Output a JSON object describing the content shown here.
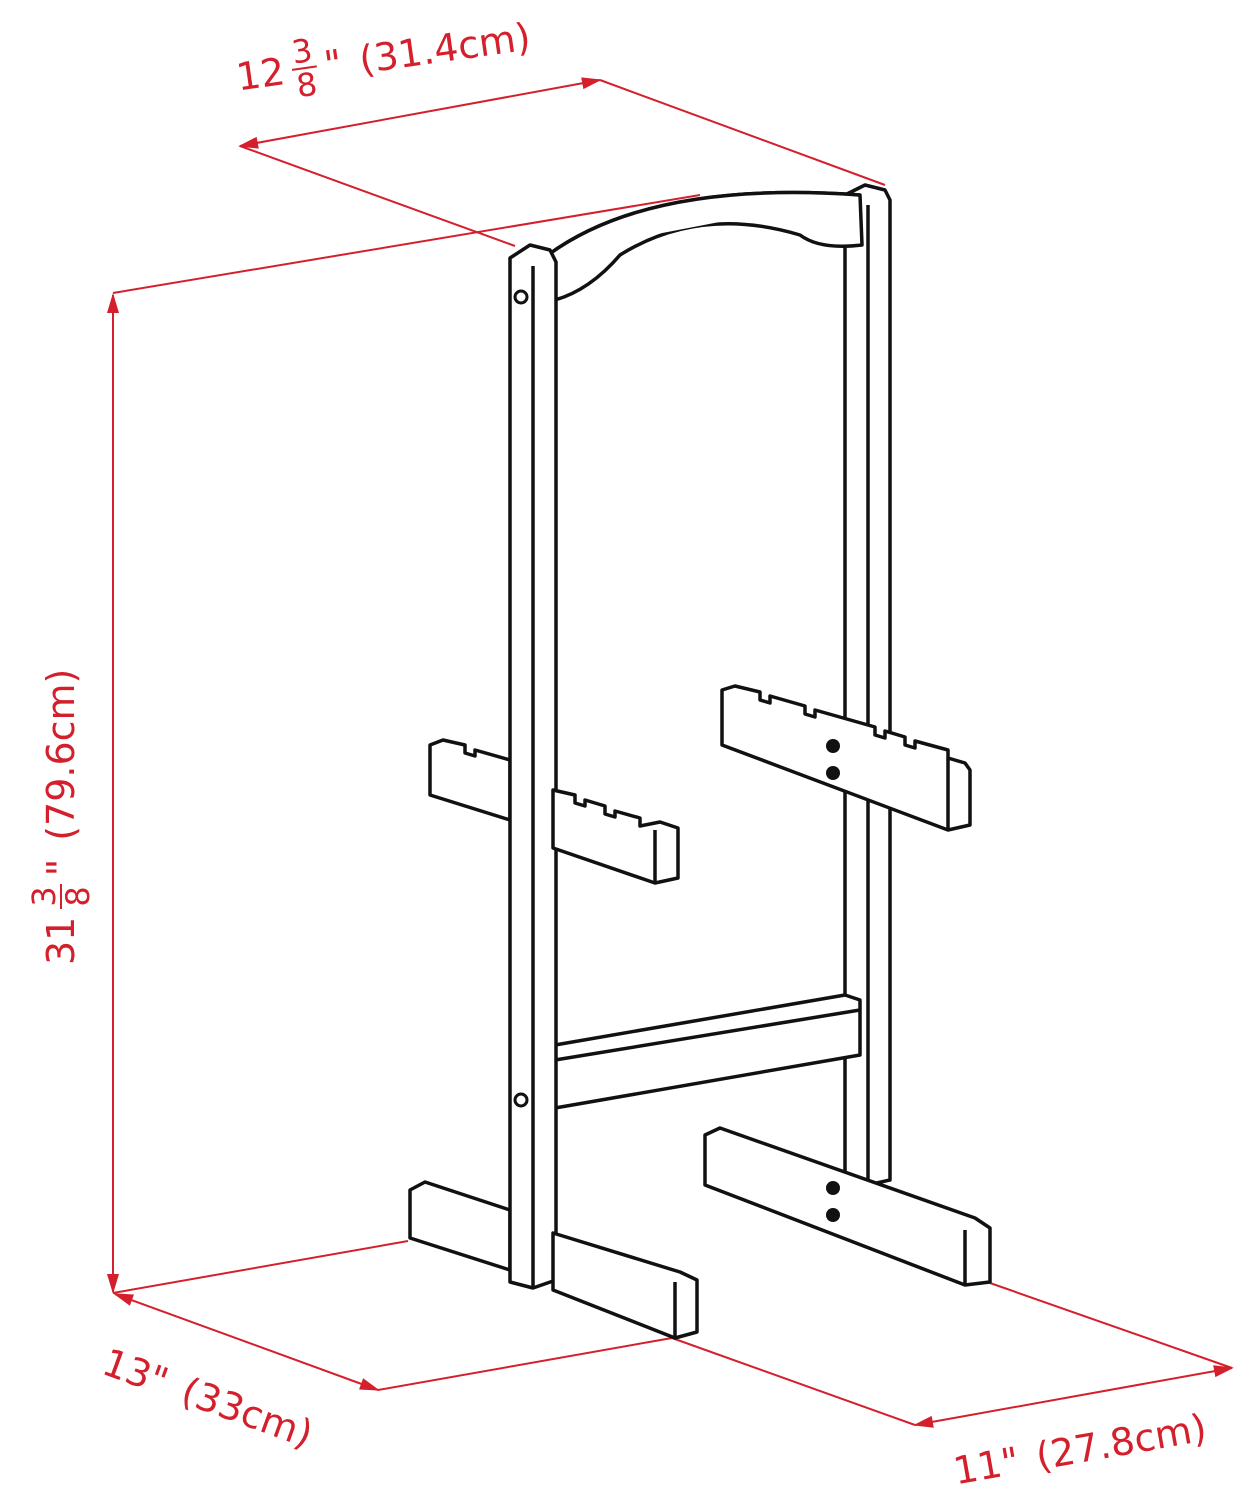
{
  "colors": {
    "dimension": "#d4202c",
    "outline": "#111111"
  },
  "dimensions": {
    "width": {
      "whole": "12",
      "numerator": "3",
      "denominator": "8",
      "unit": "\"",
      "metric": "(31.4cm)"
    },
    "height": {
      "whole": "31",
      "numerator": "3",
      "denominator": "8",
      "unit": "\"",
      "metric": "(79.6cm)"
    },
    "depth_left": {
      "text": "13\"",
      "metric": "(33cm)"
    },
    "depth_right": {
      "text": "11\"",
      "metric": "(27.8cm)"
    }
  }
}
